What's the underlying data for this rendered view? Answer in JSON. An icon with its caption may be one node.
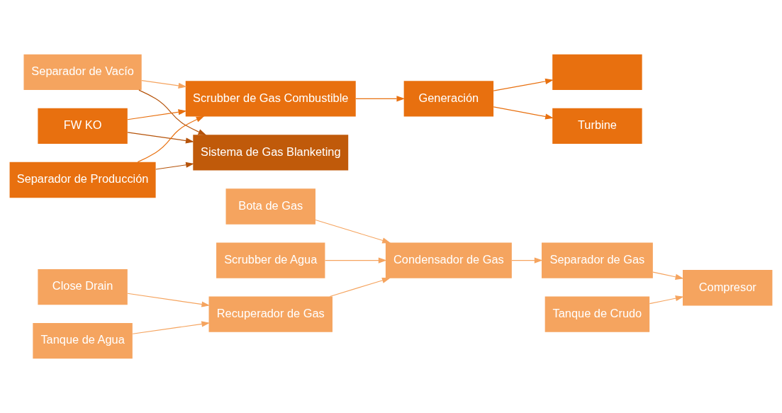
{
  "diagram": {
    "nodes": [
      {
        "text": [
          "Bota de Gas"
        ]
      },
      {
        "text": [
          "Scrubber de Agua"
        ]
      },
      {
        "text": [
          "Close Drain"
        ]
      },
      {
        "text": [
          "Tanque de Agua"
        ]
      },
      {
        "text": [
          "Recuperador de Gas"
        ]
      },
      {
        "text": [
          "Condensador de Gas"
        ]
      },
      {
        "text": [
          "Tanque de Crudo"
        ]
      },
      {
        "text": [
          "Separador de Gas"
        ]
      },
      {
        "text": [
          "Compresor"
        ]
      },
      {
        "text": [
          "Separador de Vacío"
        ]
      },
      {
        "text": [
          "FW KO"
        ]
      },
      {
        "text": [
          "Separador de Producción"
        ]
      },
      {
        "text": [
          "Scrubber de Gas Combustible"
        ]
      },
      {
        "text": [
          "Generación"
        ]
      },
      {
        "text": [],
        "shape": "box"
      },
      {
        "text": [
          "Turbine"
        ]
      },
      {
        "text": [
          "Sistema de Gas Blanketing"
        ]
      }
    ],
    "edges": [
      {
        "from": 0,
        "to": 5,
        "arrow": "to"
      },
      {
        "from": 1,
        "to": 5,
        "arrow": "to"
      },
      {
        "from": 2,
        "to": 4,
        "arrow": "to"
      },
      {
        "from": 3,
        "to": 4,
        "arrow": "to"
      },
      {
        "from": 4,
        "to": 5,
        "arrow": "to"
      },
      {
        "from": 5,
        "to": 7,
        "arrow": "to"
      },
      {
        "from": 7,
        "to": 8,
        "arrow": "to"
      },
      {
        "from": 6,
        "to": 8,
        "arrow": "to"
      },
      {
        "from": 9,
        "to": 12,
        "arrow": "to"
      },
      {
        "from": 9,
        "to": 16,
        "arrow": "to",
        "color": "#b5530a"
      },
      {
        "from": 10,
        "to": 12,
        "arrow": "to",
        "color": "#e8700f"
      },
      {
        "from": 10,
        "to": 16,
        "arrow": "to",
        "color": "#b5530a"
      },
      {
        "from": 11,
        "to": 12,
        "arrow": "to",
        "color": "#e8700f"
      },
      {
        "from": 11,
        "to": 16,
        "arrow": "to",
        "color": "#b5530a"
      },
      {
        "from": 12,
        "to": 13,
        "arrow": "to",
        "color": "#e8700f"
      },
      {
        "from": 13,
        "to": 14,
        "arrow": "to",
        "color": "#e8700f"
      },
      {
        "from": 13,
        "to": 15,
        "arrow": "to",
        "color": "#e8700f"
      }
    ]
  }
}
